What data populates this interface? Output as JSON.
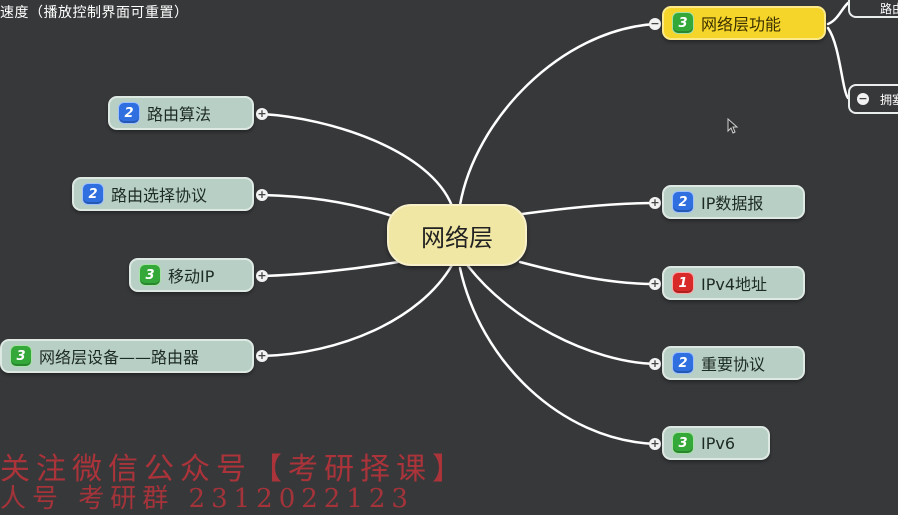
{
  "caption": "速度（播放控制界面可重置）",
  "center": {
    "label": "网络层"
  },
  "left_nodes": [
    {
      "priority": "2",
      "label": "路由算法"
    },
    {
      "priority": "2",
      "label": "路由选择协议"
    },
    {
      "priority": "3",
      "label": "移动IP"
    },
    {
      "priority": "3",
      "label": "网络层设备——路由器"
    }
  ],
  "right_nodes": [
    {
      "priority": "3",
      "label": "网络层功能"
    },
    {
      "priority": "2",
      "label": "IP数据报"
    },
    {
      "priority": "1",
      "label": "IPv4地址"
    },
    {
      "priority": "2",
      "label": "重要协议"
    },
    {
      "priority": "3",
      "label": "IPv6"
    }
  ],
  "partial_nodes": [
    {
      "label": "路由"
    },
    {
      "label": "拥塞"
    }
  ],
  "watermark": {
    "line1": "关注微信公众号【考研择课】",
    "line2": "人号 考研群 2312022123"
  },
  "colors": {
    "background": "#37383a",
    "node": "#b7cfc4",
    "highlight": "#f5d52a",
    "center": "#f1e7a5",
    "edge": "#ffffff",
    "priority1": "#d92a2a",
    "priority2": "#2f6fe0",
    "priority3": "#35a83a",
    "watermark": "#c0333a"
  },
  "icons": {
    "collapse": "minus-toggle-icon",
    "expand": "plus-toggle-icon",
    "cursor": "mouse-pointer-icon"
  }
}
